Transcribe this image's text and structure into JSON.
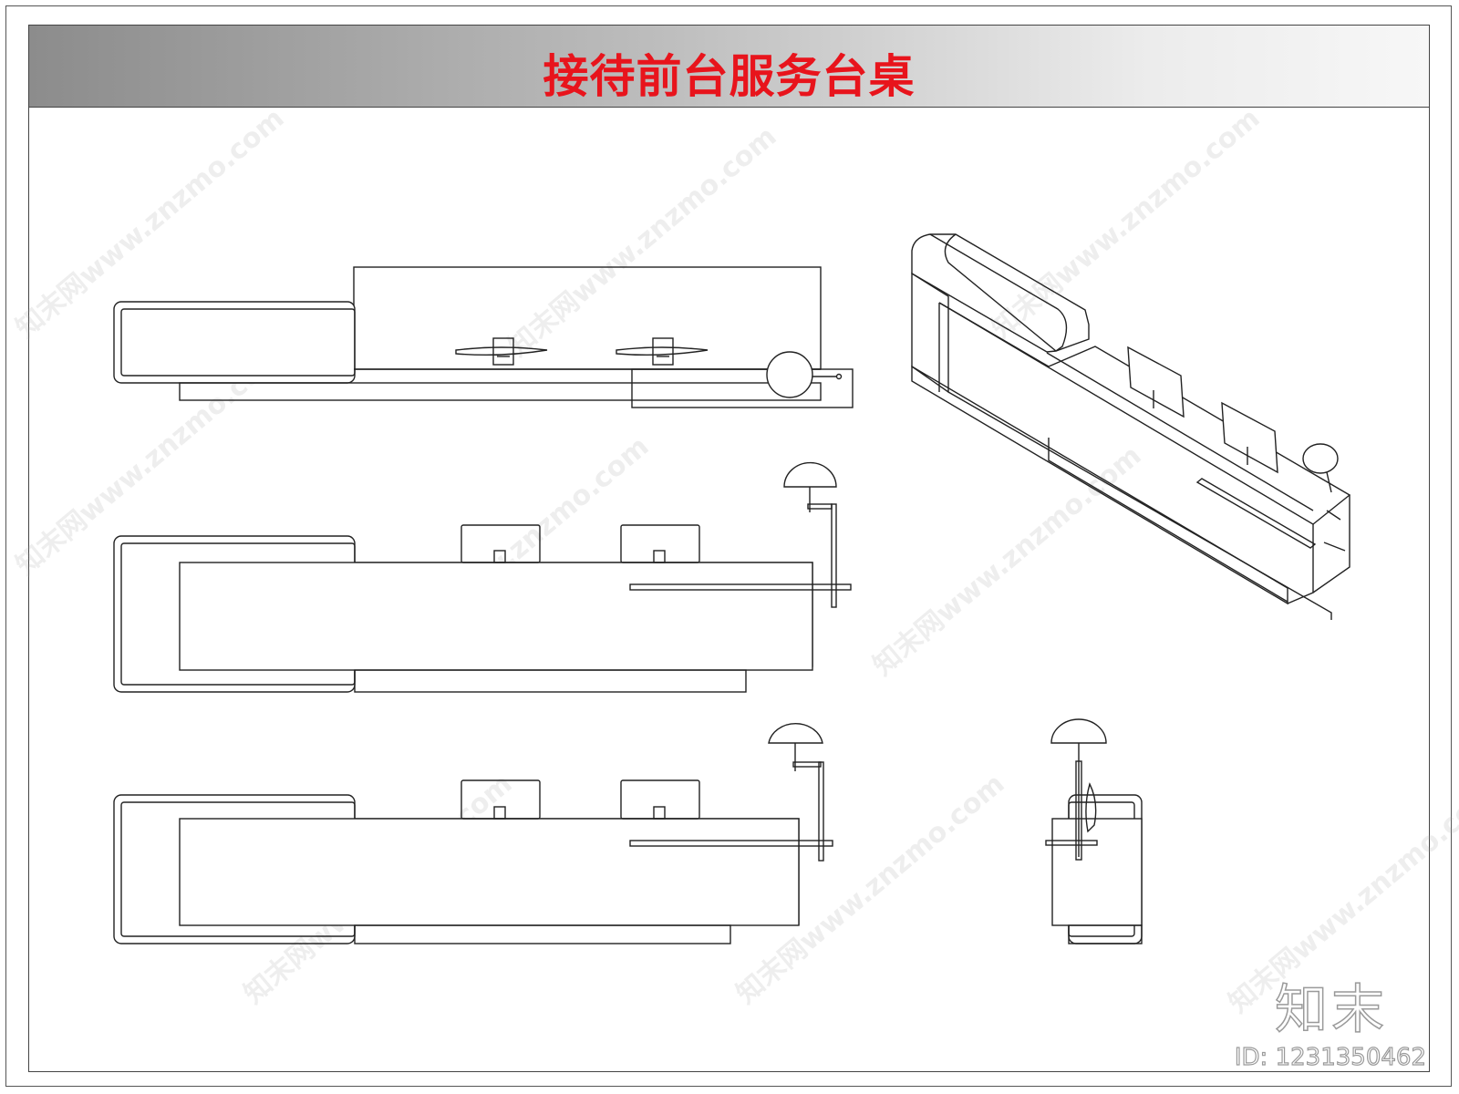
{
  "title": "接待前台服务台桌",
  "brand": "知末",
  "id_label": "ID: 1231350462",
  "watermark_text": "知末网www.znzmo.com",
  "colors": {
    "title": "#e8141c",
    "line": "#222222"
  }
}
